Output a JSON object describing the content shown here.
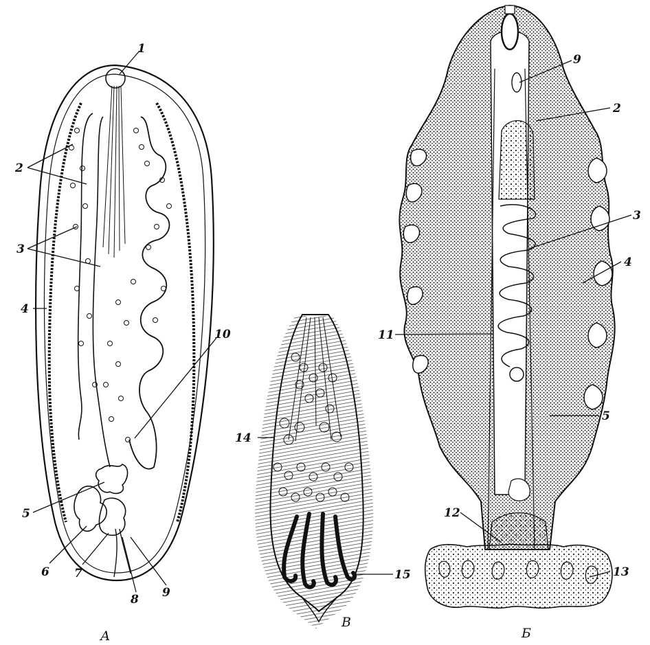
{
  "panels": {
    "a": {
      "label": "А"
    },
    "b": {
      "label": "Б"
    },
    "c": {
      "label": "В"
    }
  },
  "callouts_a": [
    "1",
    "2",
    "3",
    "4",
    "5",
    "6",
    "7",
    "8",
    "9",
    "10"
  ],
  "callouts_b": [
    "9",
    "2",
    "3",
    "4",
    "11",
    "5",
    "12",
    "13"
  ],
  "callouts_c": [
    "14",
    "15"
  ]
}
